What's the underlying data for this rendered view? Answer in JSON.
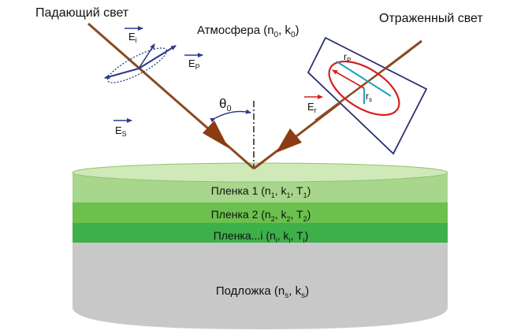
{
  "labels": {
    "incident": "Падающий свет",
    "reflected": "Отраженный свет",
    "atmosphere": {
      "text": "Атмосфера (n",
      "s1": "0",
      "t1": ", k",
      "s2": "0",
      "t2": ")"
    },
    "theta": {
      "main": "θ",
      "sub": "0"
    },
    "ei": {
      "main": "E",
      "sub": "i"
    },
    "ep": {
      "main": "E",
      "sub": "P"
    },
    "es": {
      "main": "E",
      "sub": "S"
    },
    "er": {
      "main": "E",
      "sub": "r"
    },
    "rp": {
      "main": "r",
      "sub": "P"
    },
    "rs": {
      "main": "r",
      "sub": "s"
    }
  },
  "layers": [
    {
      "pre": "Пленка 1 (n",
      "s1": "1",
      "mid1": ", k",
      "s2": "1",
      "mid2": ", T",
      "s3": "1",
      "post": ")",
      "color": "#a8d68c"
    },
    {
      "pre": "Пленка 2 (n",
      "s1": "2",
      "mid1": ", k",
      "s2": "2",
      "mid2": ", T",
      "s3": "2",
      "post": ")",
      "color": "#6cc04e"
    },
    {
      "pre": "Пленка...i (n",
      "s1": "i",
      "mid1": ", k",
      "s2": "i",
      "mid2": ", T",
      "s3": "i",
      "post": ")",
      "color": "#3db04a"
    }
  ],
  "substrate": {
    "pre": "Подложка (n",
    "s1": "s",
    "mid": ", k",
    "s2": "s",
    "post": ")",
    "color": "#c8c8c8"
  },
  "colors": {
    "beam": "#8b4a22",
    "beam_arrow": "#8b3c12",
    "vector": "#2a3a8a",
    "polarization_box": "#2a2f6e",
    "ellipse": "#d62020",
    "rp_line": "#1fa2b8",
    "film_top": "#cfe9b8"
  }
}
